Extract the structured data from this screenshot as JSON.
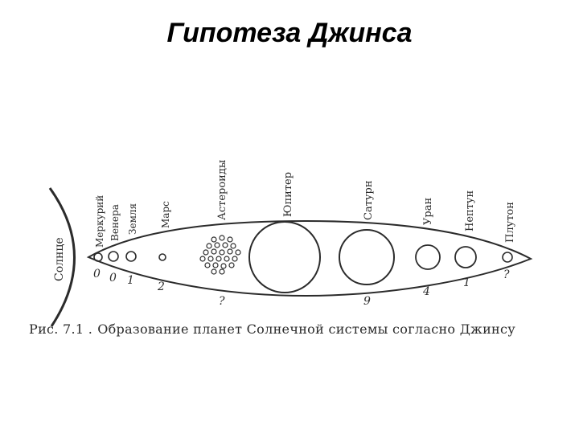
{
  "slide": {
    "title": "Гипотеза Джинса"
  },
  "figure": {
    "sun_label": "Солнце",
    "bodies": [
      {
        "name": "Меркурий",
        "number": "0"
      },
      {
        "name": "Венера",
        "number": "0"
      },
      {
        "name": "Земля",
        "number": "1"
      },
      {
        "name": "Марс",
        "number": "2"
      },
      {
        "name": "Астероиды",
        "number": "?"
      },
      {
        "name": "Юпитер",
        "number": ""
      },
      {
        "name": "Сатурн",
        "number": "9"
      },
      {
        "name": "Уран",
        "number": "4"
      },
      {
        "name": "Нептун",
        "number": "1"
      },
      {
        "name": "Плутон",
        "number": "?"
      }
    ],
    "caption_prefix": "Рис. 7.1 .",
    "caption_text": "Образование планет Солнечной системы согласно Джинсу"
  },
  "colors": {
    "ink": "#2b2b2b",
    "title": "#000000",
    "background": "#ffffff"
  }
}
